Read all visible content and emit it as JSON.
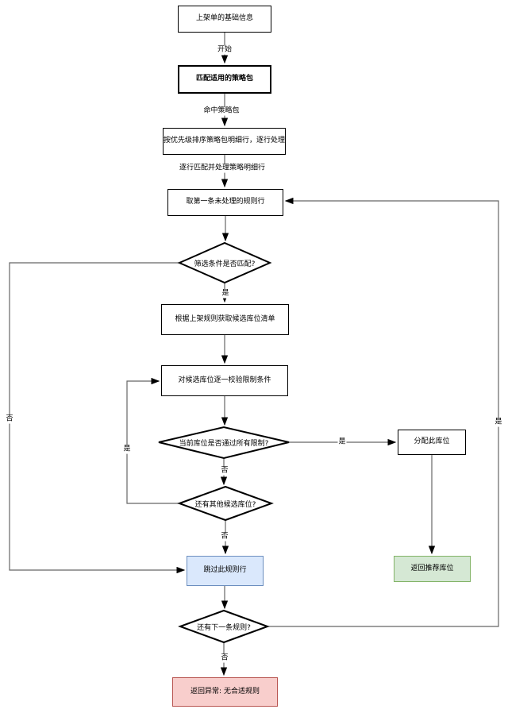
{
  "colors": {
    "node_fill": "#ffffff",
    "node_border": "#000000",
    "edge_line": "#666666",
    "arrow_head": "#000000",
    "skip_fill": "#dae8fc",
    "skip_border": "#6c8ebf",
    "success_fill": "#d5e8d4",
    "success_border": "#82b366",
    "error_fill": "#f8cecc",
    "error_border": "#b85450",
    "text": "#000000"
  },
  "nodes": {
    "basic_info": "上架单的基础信息",
    "match_package": "匹配适用的策略包",
    "sort_details": "按优先级排序策略包明细行，逐行处理",
    "take_rule": "取第一条未处理的规则行",
    "filter_match": "筛选条件是否匹配?",
    "get_candidates": "根据上架规则获取候选库位清单",
    "validate_constraints": "对候选库位逐一校验限制条件",
    "pass_all_limits": "当前库位是否通过所有限制?",
    "assign_location": "分配此库位",
    "more_candidates": "还有其他候选库位?",
    "skip_rule": "跳过此规则行",
    "return_location": "返回推荐库位",
    "next_rule": "还有下一条规则?",
    "return_error": "返回异常: 无合适规则"
  },
  "edge_labels": {
    "start": "开始",
    "hit_package": "命中策略包",
    "process_rows": "逐行匹配并处理策略明细行",
    "filter_yes": "是",
    "filter_no": "否",
    "limits_yes": "是",
    "limits_no": "否",
    "candidates_yes": "是",
    "candidates_no": "否",
    "next_rule_yes": "是",
    "next_rule_no": "否"
  }
}
